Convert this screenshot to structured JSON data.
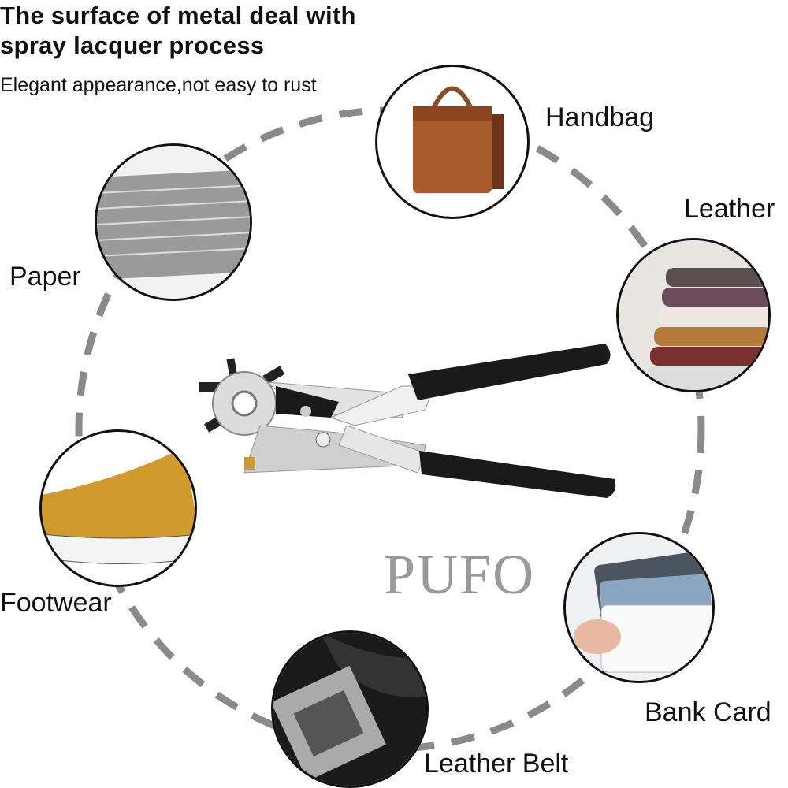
{
  "header": {
    "line1": "The surface of metal deal with",
    "line2": "spray lacquer process",
    "line3": "Elegant appearance,not easy to rust"
  },
  "watermark": "PUFO",
  "applications": [
    {
      "label": "Handbag",
      "icon": "handbag-icon"
    },
    {
      "label": "Leather",
      "icon": "leather-stack-icon"
    },
    {
      "label": "Paper",
      "icon": "paper-stack-icon"
    },
    {
      "label": "Footwear",
      "icon": "shoe-icon"
    },
    {
      "label": "Bank Card",
      "icon": "bank-card-icon"
    },
    {
      "label": "Leather Belt",
      "icon": "belt-icon"
    }
  ],
  "colors": {
    "dash": "#8a8a8a",
    "handle": "#1a1a1a",
    "metal": "#d9d9d9",
    "watermark": "#999999"
  }
}
